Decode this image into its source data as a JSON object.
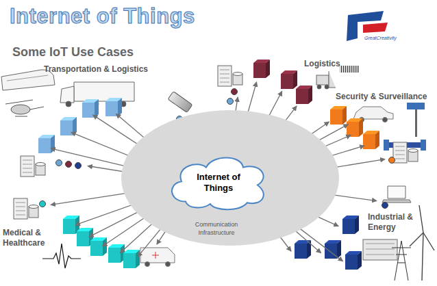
{
  "diagram": {
    "title": "Internet of Things",
    "nodes": [
      {
        "text": [
          "Communication Infrastructure"
        ]
      },
      {
        "text": [
          "Internet of Things"
        ],
        "in": 0
      }
    ],
    "labels": [
      "Some IoT Use Cases",
      "Transportation & Logistics",
      "GreatCreativity",
      "Logistics",
      "Security & Surveillance",
      "Industrial & Energy",
      "Medical & Healthcare"
    ]
  }
}
